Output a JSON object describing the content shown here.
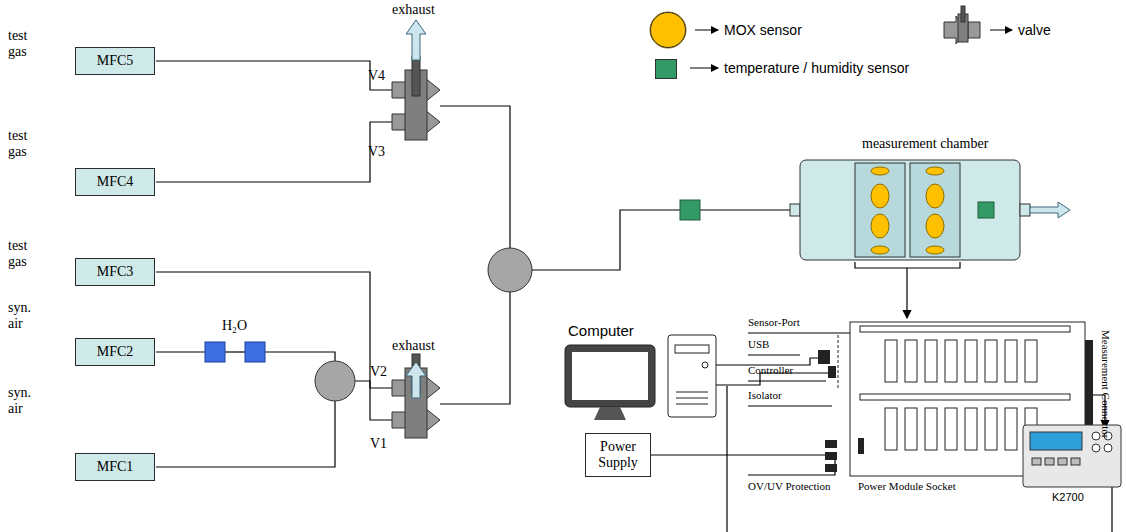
{
  "diagram": {
    "nodes": [
      {
        "text": [
          "MFC5"
        ]
      },
      {
        "text": [
          "MFC4"
        ]
      },
      {
        "text": [
          "MFC3"
        ]
      },
      {
        "text": [
          "MFC2"
        ]
      },
      {
        "text": [
          "MFC1"
        ]
      },
      {
        "text": [
          "Power Supply"
        ]
      }
    ],
    "labels": [
      "test gas",
      "test gas",
      "test gas",
      "syn. air",
      "syn. air",
      "H₂O",
      "exhaust",
      "exhaust",
      "V4",
      "V3",
      "V2",
      "V1",
      "measurement chamber",
      "Computer",
      "Sensor-Port",
      "USB",
      "Controller",
      "Isolator",
      "OV/UV Protection",
      "Power Module Socket",
      "Measurement Connector",
      "K2700"
    ],
    "legend": [
      {
        "text": "MOX sensor",
        "color": "#ffc000"
      },
      {
        "text": "valve"
      },
      {
        "text": "temperature / humidity sensor",
        "color": "#339966"
      }
    ]
  }
}
